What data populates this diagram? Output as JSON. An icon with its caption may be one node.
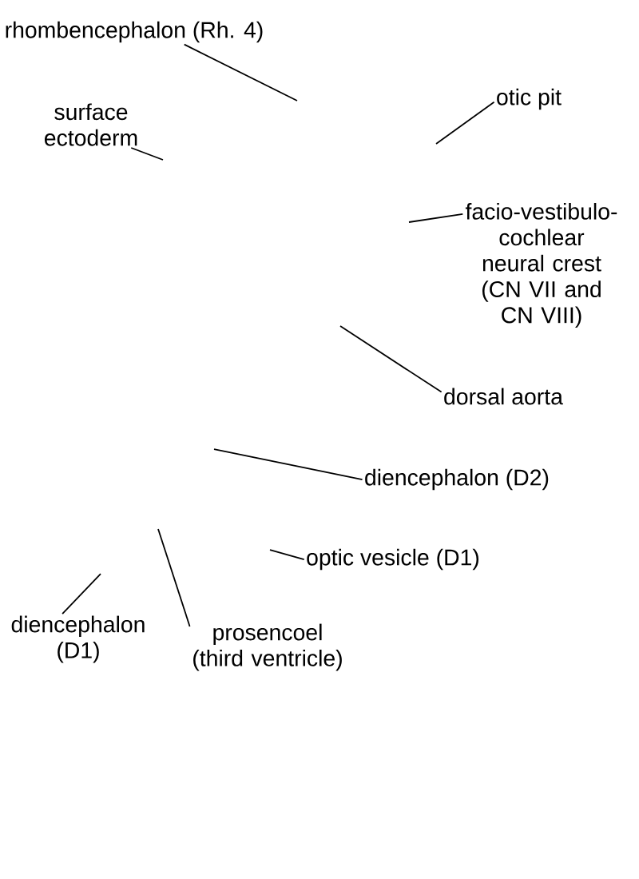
{
  "diagram": {
    "nodes": [
      {
        "text": [
          "rhombencephalon (Rh. 4)"
        ]
      },
      {
        "text": [
          "otic pit"
        ]
      },
      {
        "text": [
          "surface ectoderm"
        ]
      },
      {
        "text": [
          "facio-vestibulo- cochlear neural crest (CN VII and CN VIII)"
        ]
      },
      {
        "text": [
          "dorsal aorta"
        ]
      },
      {
        "text": [
          "diencephalon (D2)"
        ]
      },
      {
        "text": [
          "optic vesicle (D1)"
        ]
      },
      {
        "text": [
          "diencephalon (D1)"
        ]
      },
      {
        "text": [
          "prosencoel (third ventricle)"
        ]
      }
    ],
    "edges": [
      {
        "from": 0,
        "to": null,
        "arrow": "none"
      },
      {
        "from": 1,
        "to": null,
        "arrow": "none"
      },
      {
        "from": 2,
        "to": null,
        "arrow": "none"
      },
      {
        "from": 3,
        "to": null,
        "arrow": "none"
      },
      {
        "from": 4,
        "to": null,
        "arrow": "none"
      },
      {
        "from": 5,
        "to": null,
        "arrow": "none"
      },
      {
        "from": 6,
        "to": null,
        "arrow": "none"
      },
      {
        "from": 7,
        "to": null,
        "arrow": "none"
      },
      {
        "from": 8,
        "to": null,
        "arrow": "none"
      }
    ]
  }
}
